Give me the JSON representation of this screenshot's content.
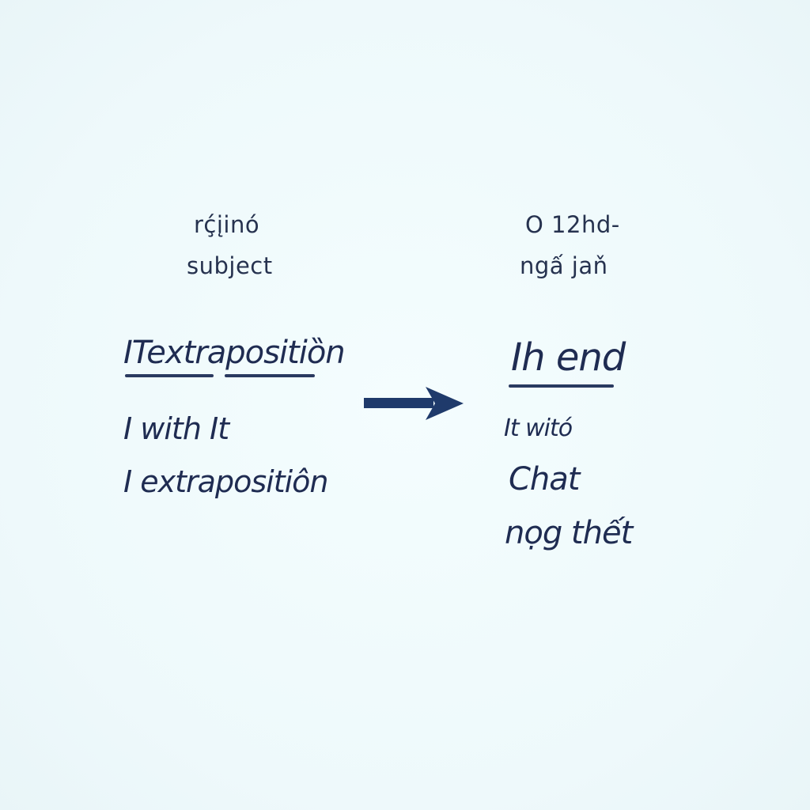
{
  "left_column": {
    "label_line1": "rḉįinó",
    "label_line2": "subject",
    "heading": "ITextrapositiȍn",
    "line1": "I with It",
    "line2": "I extrapositiôn"
  },
  "right_column": {
    "label_line1": "O 12hd-",
    "label_line2": "ngấ jaň",
    "heading": "Ih end",
    "line1": "It witó",
    "line2": "Chat",
    "line3": "nọg thết"
  },
  "arrow": {
    "icon": "right-arrow-icon",
    "direction": "left-to-right",
    "color": "#1f3a6b"
  },
  "colors": {
    "background": "#f1fbfd",
    "text": "#1f2c52",
    "underline": "#2a3a60"
  }
}
